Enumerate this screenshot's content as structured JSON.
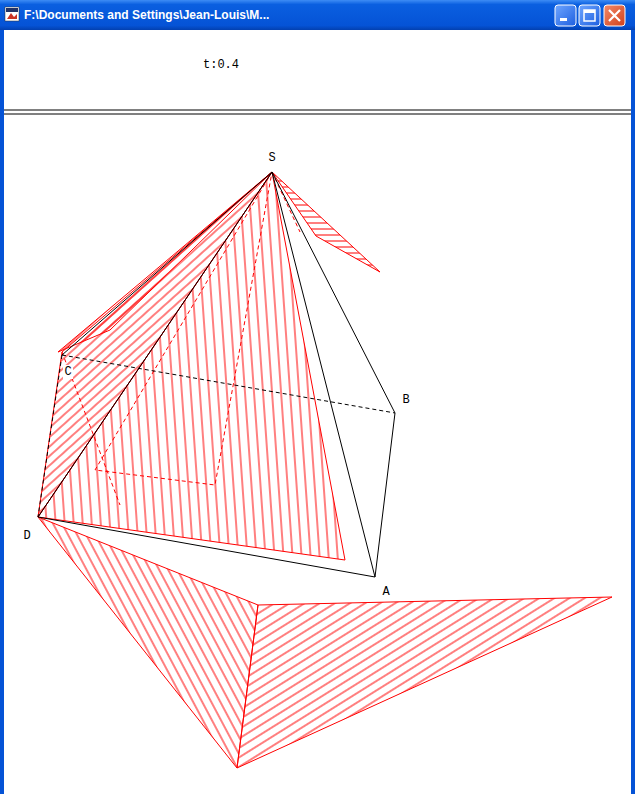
{
  "diagram": {
    "labels": [
      "F:\\Documents and Settings\\Jean-Louis\\M...",
      "t:0.4",
      "S",
      "C",
      "B",
      "D",
      "A"
    ]
  }
}
